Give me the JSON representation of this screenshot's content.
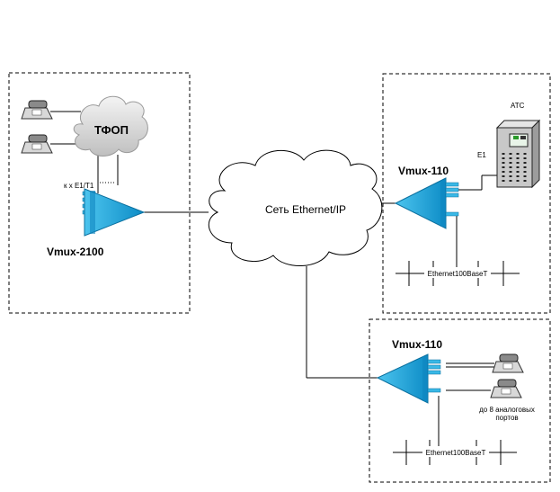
{
  "diagram": {
    "pstn_label": "ТФОП",
    "e1_interfaces_label": "к х  E1/T1",
    "vmux2100_label": "Vmux-2100",
    "network_label": "Сеть Ethernet/IP",
    "site_top_right": {
      "vmux_label": "Vmux-110",
      "pbx_label": "АТС",
      "e1_label": "E1",
      "ethernet_label": "Ethernet100BaseT"
    },
    "site_bottom_right": {
      "vmux_label": "Vmux-110",
      "analog_ports_line1": "до 8 аналоговых",
      "analog_ports_line2": "портов",
      "ethernet_label": "Ethernet100BaseT"
    }
  },
  "colors": {
    "mux_fill": "#1aa7d9",
    "mux_stroke": "#0a6f9e",
    "cloud_fill": "#ffffff",
    "pbx_body": "#c8c8c8",
    "phone_body": "#d8d8d8"
  }
}
